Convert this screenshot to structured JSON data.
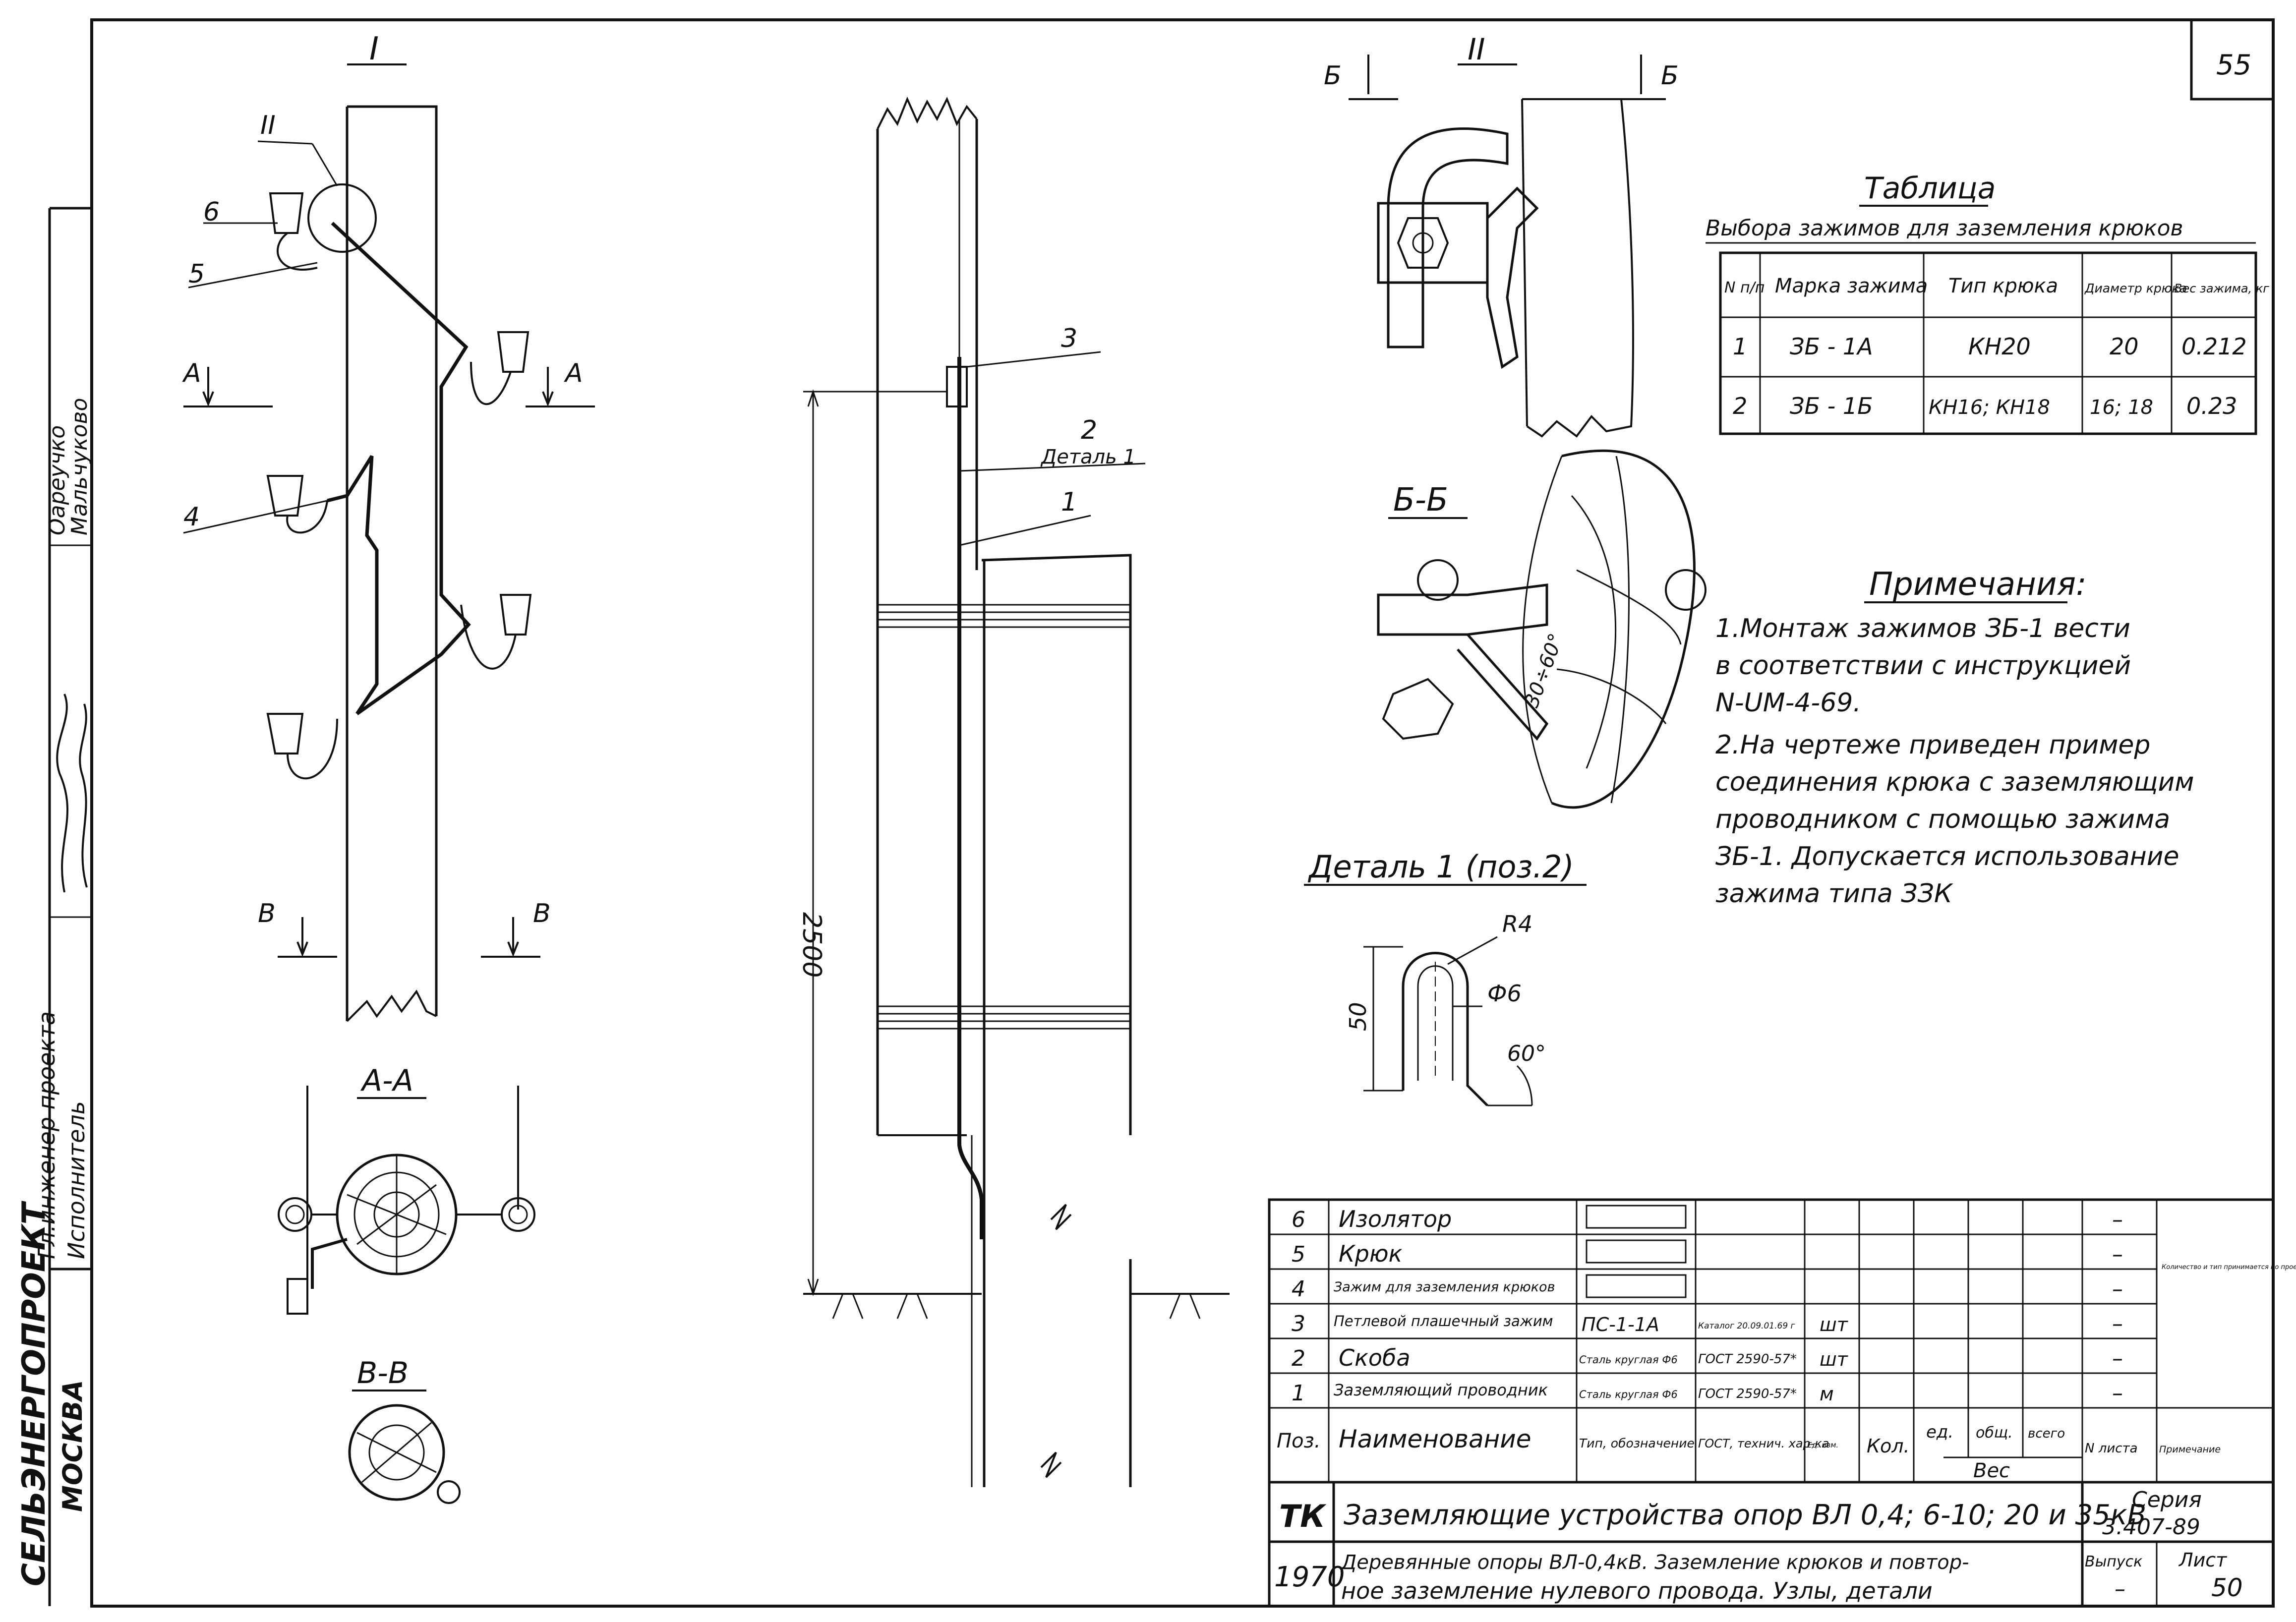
{
  "sheet": {
    "page_number": "55",
    "side_stamp": {
      "org": "СЕЛЬЭНЕРГОПРОЕКТ",
      "city": "МОСКВА",
      "roles": [
        "Гл.инженер проекта",
        "Исполнитель"
      ],
      "names": [
        "Оареучко",
        "Мальчуково"
      ]
    }
  },
  "views": {
    "view1": "I",
    "view2": "II",
    "section_aa": "А-А",
    "section_vv": "В-В",
    "section_bb": "Б-Б",
    "detail1": "Деталь 1 (поз.2)",
    "marker_a": "А",
    "marker_b": "Б",
    "marker_v": "В"
  },
  "callouts": {
    "c1": "1",
    "c2": "2",
    "c3": "3",
    "c4": "4",
    "c5": "5",
    "c6": "6",
    "detail_ref": "Деталь 1",
    "dim_2500": "2500",
    "dim_50": "50",
    "r4": "R4",
    "d6": "Ф6",
    "ang60": "60°",
    "ang3060": "30÷60°"
  },
  "clamp_table": {
    "title": "Таблица",
    "subtitle": "Выбора зажимов для заземления крюков",
    "headers": [
      "N п/п",
      "Марка зажима",
      "Тип крюка",
      "Диаметр крюка",
      "Вес зажима, кг"
    ],
    "rows": [
      [
        "1",
        "ЗБ - 1А",
        "КН20",
        "20",
        "0.212"
      ],
      [
        "2",
        "ЗБ - 1Б",
        "КН16; КН18",
        "16; 18",
        "0.23"
      ]
    ]
  },
  "notes": {
    "title": "Примечания:",
    "lines": [
      "1.Монтаж зажимов ЗБ-1 вести",
      "в соответствии с инструкцией",
      "N-UM-4-69.",
      "2.На чертеже приведен пример",
      "соединения крюка с заземляющим",
      "проводником с помощью зажима",
      "ЗБ-1. Допускается использование",
      "зажима типа ЗЗК"
    ]
  },
  "spec": {
    "rows": [
      {
        "pos": "6",
        "name": "Изолятор",
        "type": "",
        "gost": "",
        "unit": "",
        "w": "–"
      },
      {
        "pos": "5",
        "name": "Крюк",
        "type": "",
        "gost": "",
        "unit": "",
        "w": "–"
      },
      {
        "pos": "4",
        "name": "Зажим для заземления крюков",
        "type": "",
        "gost": "",
        "unit": "",
        "w": "–"
      },
      {
        "pos": "3",
        "name": "Петлевой плашечный зажим",
        "type": "ПС-1-1А",
        "gost": "Каталог 20.09.01.69 г",
        "unit": "шт",
        "w": "–"
      },
      {
        "pos": "2",
        "name": "Скоба",
        "type": "Сталь круглая Ф6",
        "gost": "ГОСТ 2590-57*",
        "unit": "шт",
        "w": "–"
      },
      {
        "pos": "1",
        "name": "Заземляющий проводник",
        "type": "Сталь круглая Ф6",
        "gost": "ГОСТ 2590-57*",
        "unit": "м",
        "w": "–"
      }
    ],
    "note_text": "Количество и тип принимается по проекту",
    "hdr_pos": "Поз.",
    "hdr_name": "Наименование",
    "hdr_type": "Тип, обозначение",
    "hdr_gost": "ГОСТ, технич. хар-ка",
    "hdr_unit": "Ед. изм.",
    "hdr_qty": "Кол.",
    "hdr_w1": "ед.",
    "hdr_w2": "общ.",
    "hdr_w3": "всего",
    "hdr_weight": "Вес",
    "hdr_sheet": "N листа",
    "hdr_note": "Примечание"
  },
  "title_block": {
    "tk": "ТК",
    "year": "1970",
    "title": "Заземляющие устройства опор ВЛ 0,4; 6-10; 20 и 35кВ",
    "subtitle1": "Деревянные опоры ВЛ-0,4кВ. Заземление крюков и повтор-",
    "subtitle2": "ное заземление нулевого провода. Узлы, детали",
    "series_label": "Серия",
    "series": "3.407-89",
    "issue_label": "Выпуск",
    "issue": "–",
    "sheet_label": "Лист",
    "sheet": "50"
  }
}
